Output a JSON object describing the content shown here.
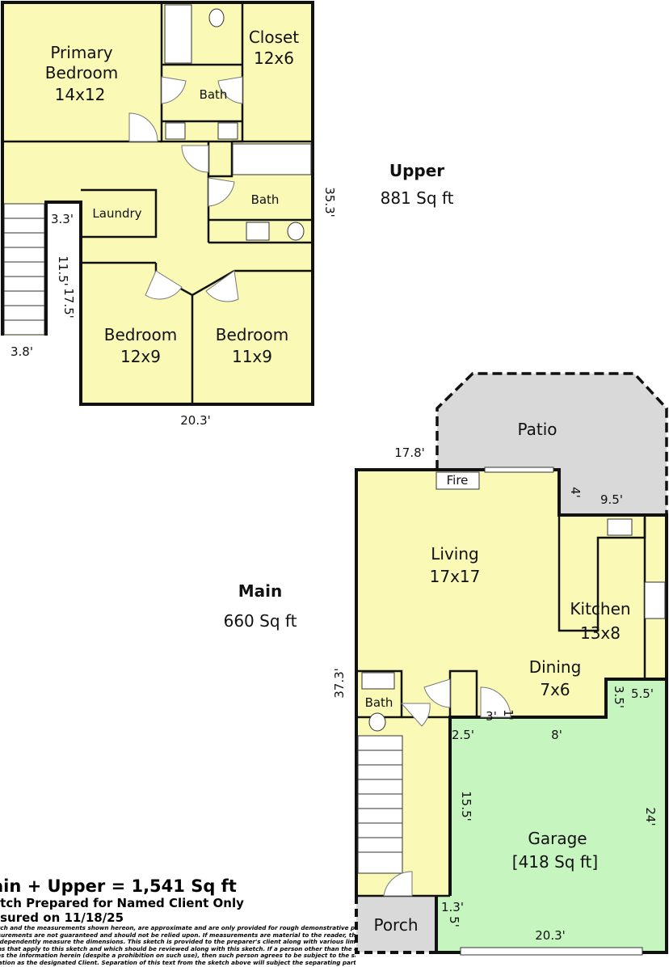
{
  "upper": {
    "title": "Upper",
    "area": "881 Sq ft",
    "rooms": {
      "primary_line1": "Primary",
      "primary_line2": "Bedroom",
      "primary_size": "14x12",
      "closet": "Closet",
      "closet_size": "12x6",
      "bath1": "Bath",
      "bath2": "Bath",
      "laundry": "Laundry",
      "bedroom2": "Bedroom",
      "bedroom2_size": "12x9",
      "bedroom3": "Bedroom",
      "bedroom3_size": "11x9"
    },
    "dims": {
      "right": "35.3'",
      "bottom": "20.3'",
      "stair_top": "3.3'",
      "stair_len": "11.5'",
      "stair_full": "17.5'",
      "stair_bottom": "3.8'"
    }
  },
  "main": {
    "title": "Main",
    "area": "660 Sq ft",
    "rooms": {
      "patio": "Patio",
      "fire": "Fire",
      "living": "Living",
      "living_size": "17x17",
      "kitchen": "Kitchen",
      "kitchen_size": "13x8",
      "dining": "Dining",
      "dining_size": "7x6",
      "bath": "Bath",
      "garage": "Garage",
      "garage_area": "[418 Sq ft]",
      "porch": "Porch"
    },
    "dims": {
      "top": "17.8'",
      "patio_depth": "4'",
      "patio_width": "9.5'",
      "left": "37.3'",
      "g1": "3.5'",
      "g2": "5.5'",
      "g3": "3'",
      "g4": "1'",
      "g5": "2.5'",
      "g6": "8'",
      "g7": "15.5'",
      "g8": "24'",
      "g9": "1.3'",
      "g10": "5'",
      "g11": "20.3'"
    }
  },
  "footer": {
    "total": "ain + Upper = 1,541 Sq ft",
    "prepared": "etch Prepared for Named Client Only",
    "measured": "asured on 11/18/25",
    "disclaimer": [
      "etch and the measurements shown hereon, are approximate and are only provided for rough demonstrative purposes.",
      "asurements are not guaranteed and should not be relied upon.  If measurements are material to the reader, then the reader",
      "independently measure the dimensions.  This sketch is provided to the preparer's client along with various limitations and",
      "ons that apply to this sketch and which should be reviewed along with this sketch.  If a person other than the designated",
      "ses the information herein (despite a prohibition on such use), then such person agrees to be subject to the same terms",
      "itation as the designated Client.  Separation of this text from the sketch above will subject the separating party to liability."
    ]
  },
  "colors": {
    "floor": "#fafab6",
    "garage": "#c6f5c0",
    "patio": "#d9d9d9",
    "porch": "#d9d9d9"
  }
}
